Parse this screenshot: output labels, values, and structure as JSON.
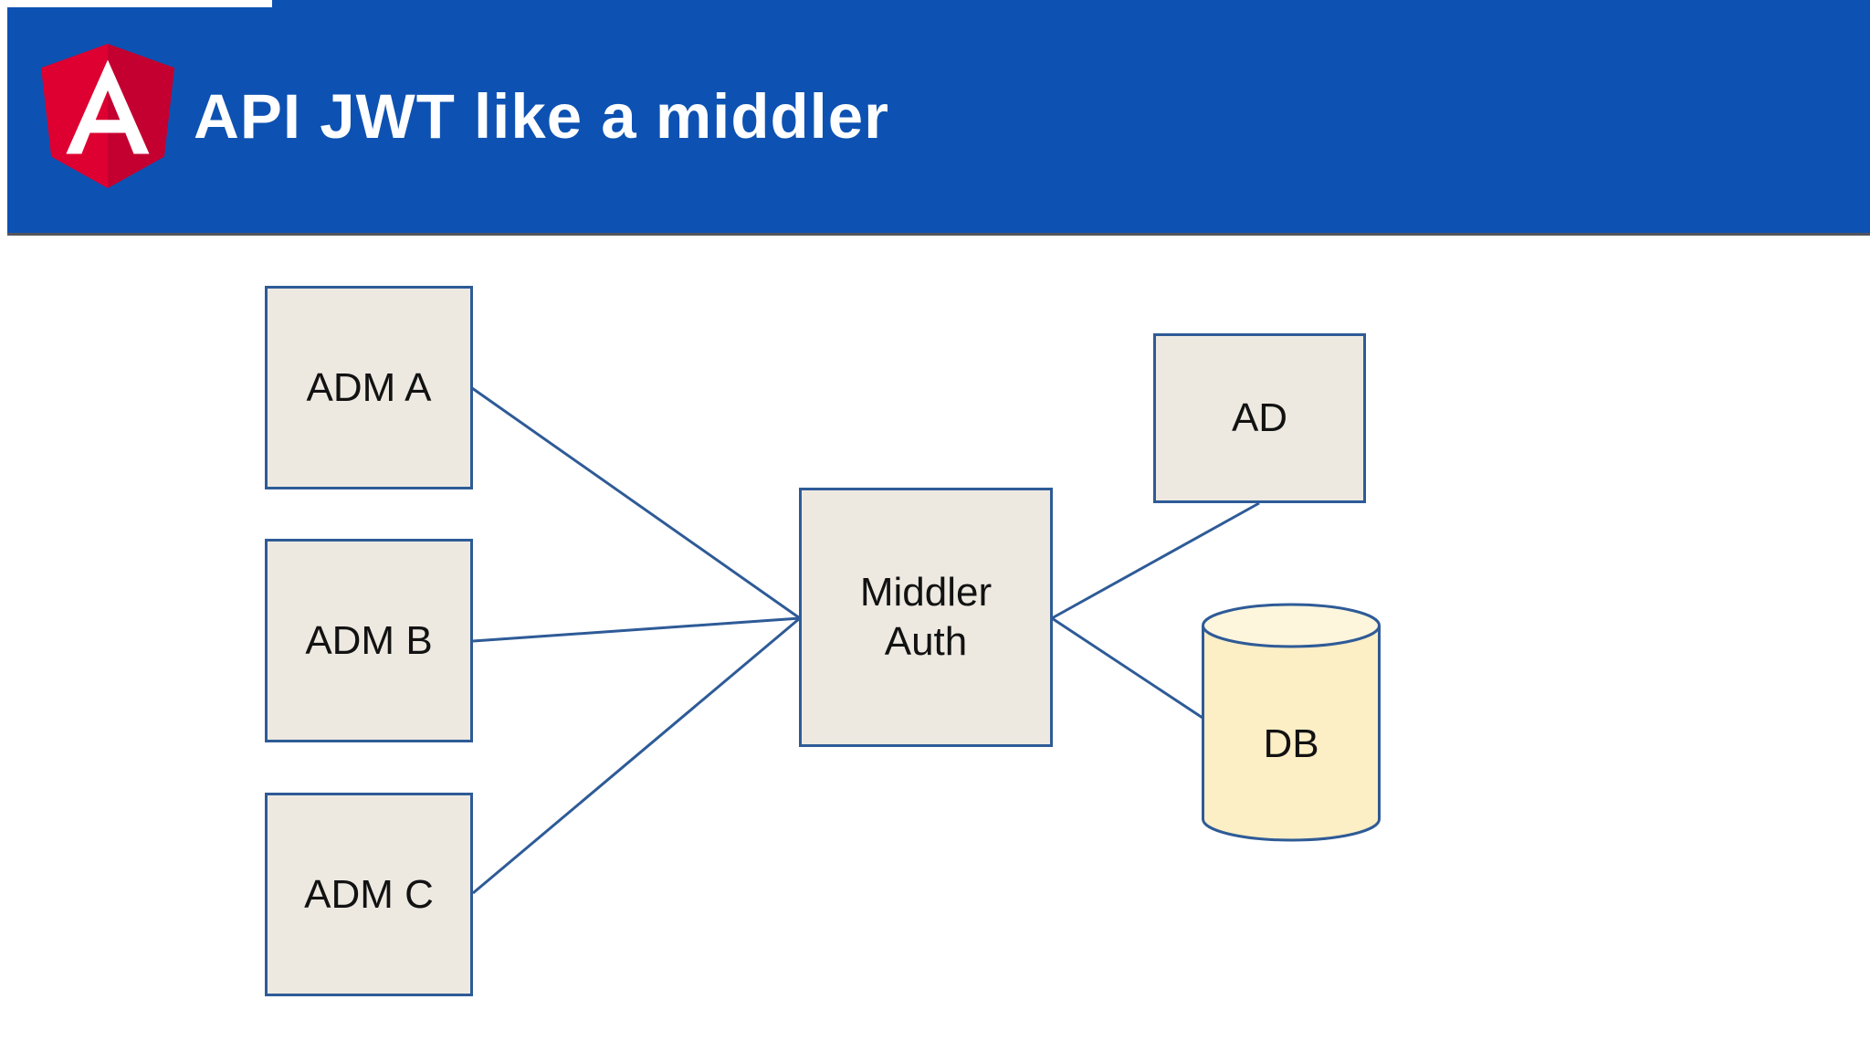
{
  "header": {
    "title": "API JWT like a middler",
    "logo": "angular-logo"
  },
  "colors": {
    "header_background": "#0d52b2",
    "header_divider": "#54555c",
    "title_text": "#ffffff",
    "box_fill": "#ede9e1",
    "box_border": "#2e5b97",
    "connector": "#2e5b97",
    "cylinder_fill": "#fceec5",
    "cylinder_top_fill": "#fdf5dc",
    "label_text": "#121212",
    "logo_red_left": "#dd0031",
    "logo_red_right": "#c3002f"
  },
  "diagram": {
    "nodes": [
      {
        "id": "adm-a",
        "label": "ADM A",
        "shape": "rectangle"
      },
      {
        "id": "adm-b",
        "label": "ADM B",
        "shape": "rectangle"
      },
      {
        "id": "adm-c",
        "label": "ADM C",
        "shape": "rectangle"
      },
      {
        "id": "middler-auth",
        "label": "Middler\nAuth",
        "shape": "rectangle"
      },
      {
        "id": "ad",
        "label": "AD",
        "shape": "rectangle"
      },
      {
        "id": "db",
        "label": "DB",
        "shape": "cylinder"
      }
    ],
    "edges": [
      {
        "from": "adm-a",
        "to": "middler-auth"
      },
      {
        "from": "adm-b",
        "to": "middler-auth"
      },
      {
        "from": "adm-c",
        "to": "middler-auth"
      },
      {
        "from": "middler-auth",
        "to": "ad"
      },
      {
        "from": "middler-auth",
        "to": "db"
      }
    ]
  }
}
